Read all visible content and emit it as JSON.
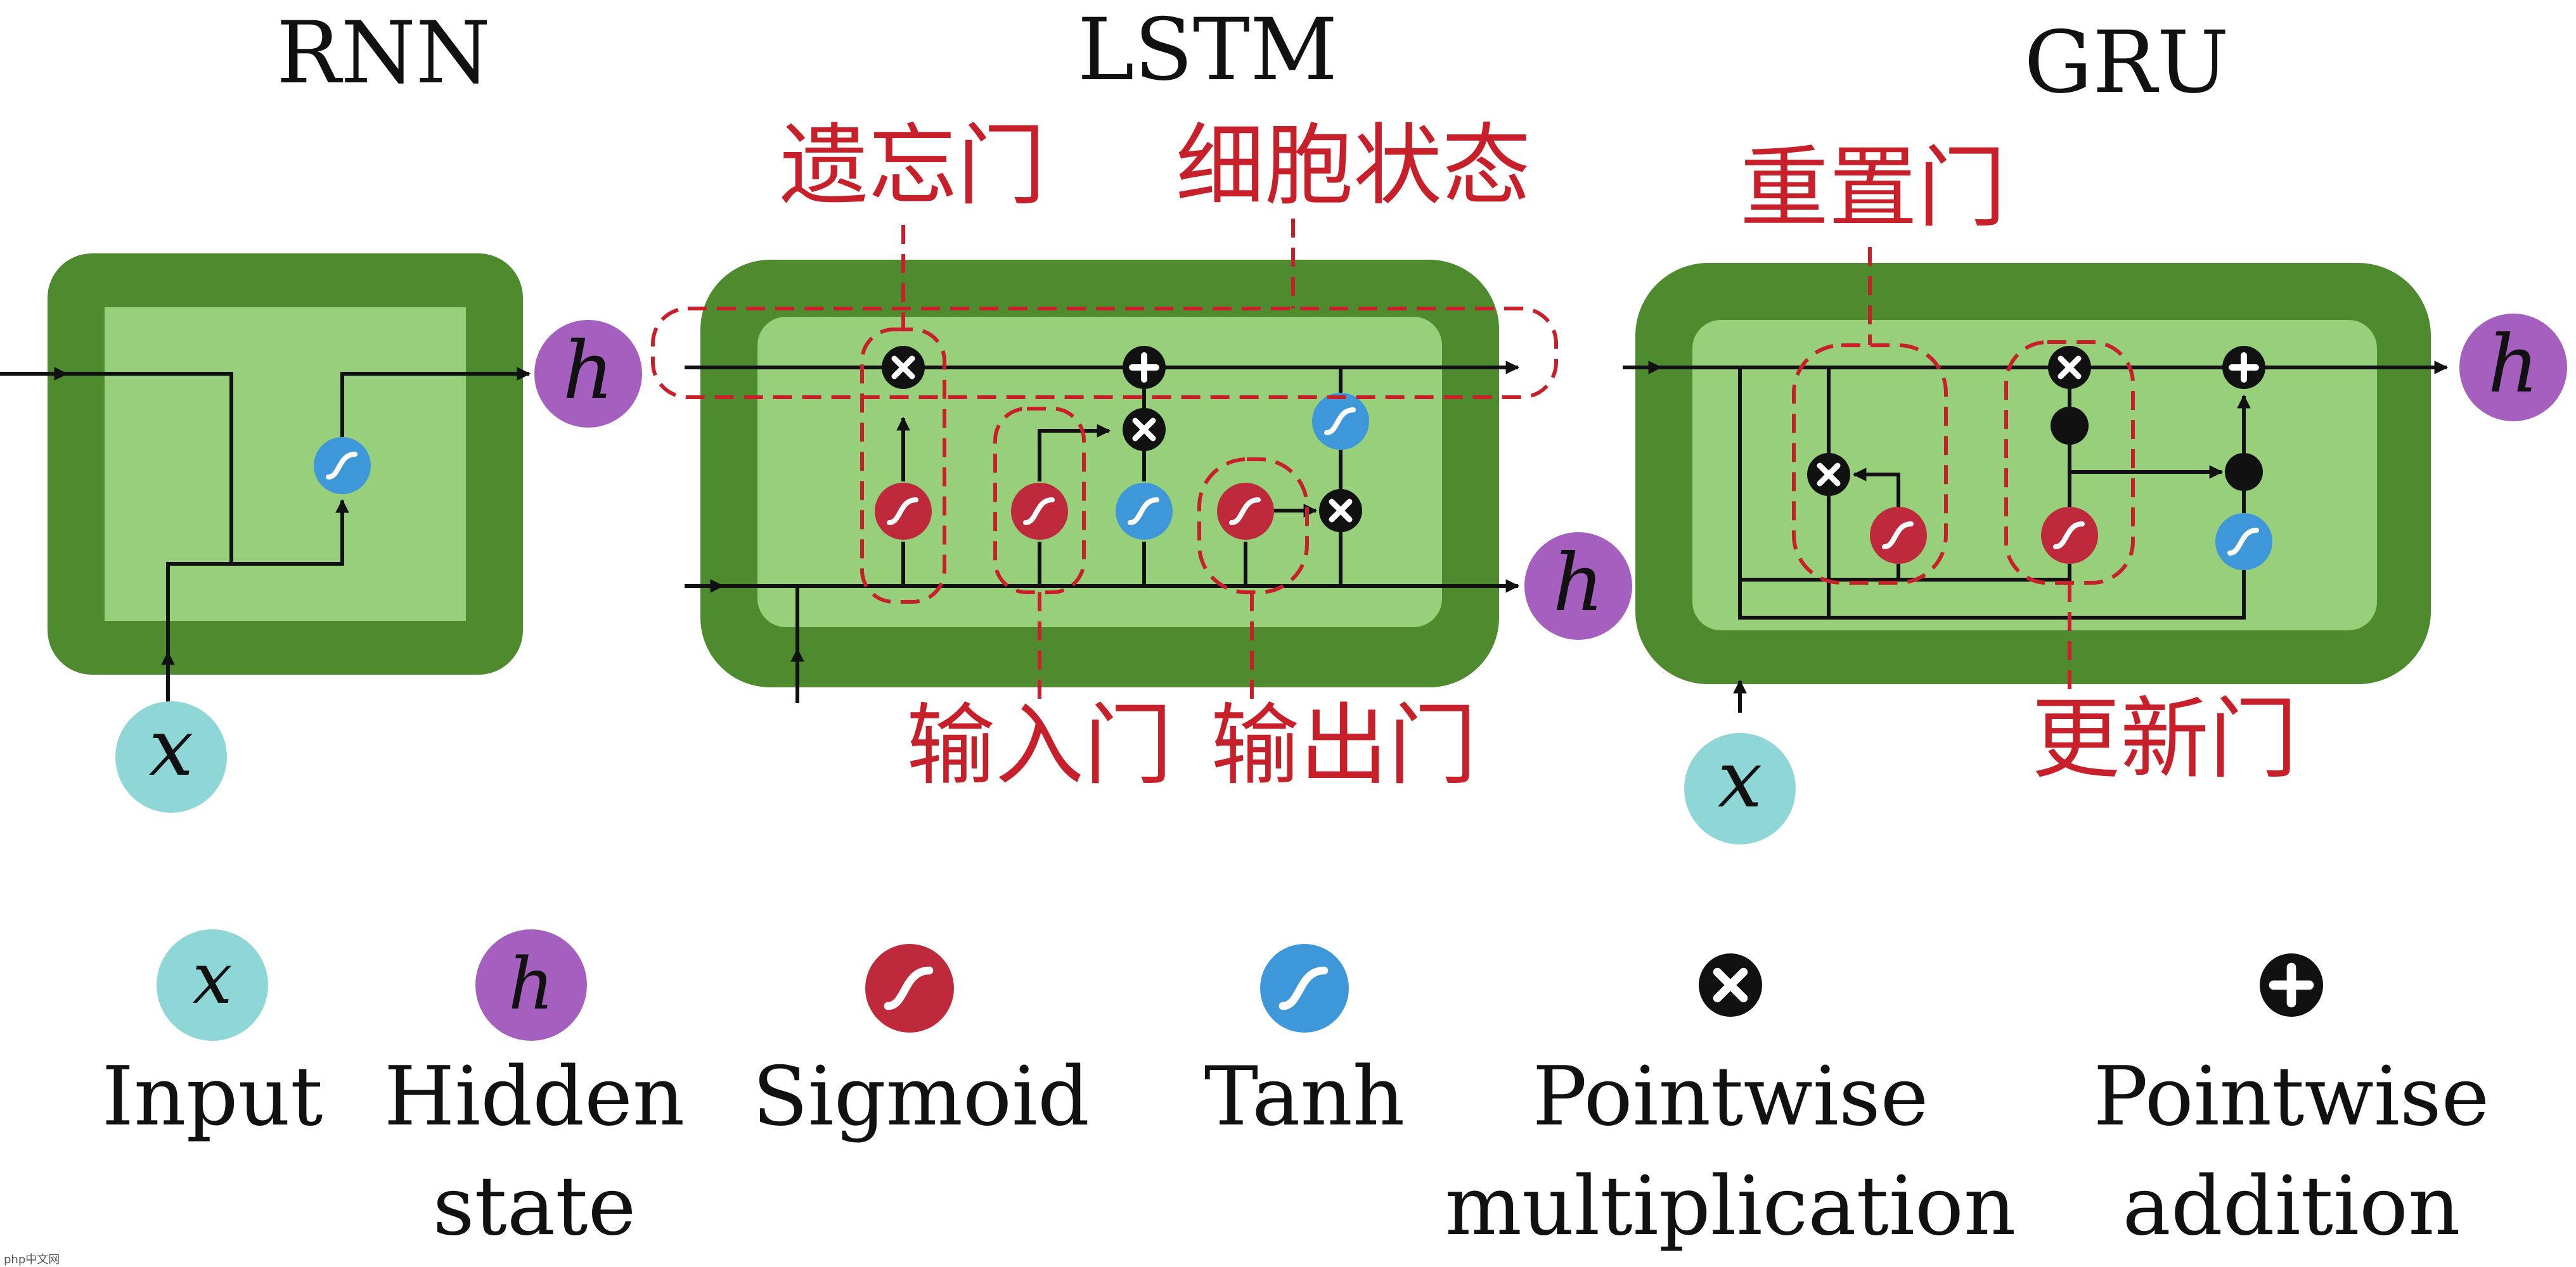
{
  "titles": {
    "rnn": "RNN",
    "lstm": "LSTM",
    "gru": "GRU"
  },
  "lstm_gates": {
    "forget": "遗忘门",
    "cell_state": "细胞状态",
    "input": "输入门",
    "output": "输出门"
  },
  "gru_gates": {
    "reset": "重置门",
    "update": "更新门"
  },
  "symbols": {
    "x": "x",
    "h": "h"
  },
  "legend": {
    "input": "Input",
    "hidden_1": "Hidden",
    "hidden_2": "state",
    "sigmoid": "Sigmoid",
    "tanh": "Tanh",
    "mult_1": "Pointwise",
    "mult_2": "multiplication",
    "add_1": "Pointwise",
    "add_2": "addition"
  },
  "watermark": "php中文网",
  "colors": {
    "block_dark": "#4e8a2e",
    "block_light": "#97cf7a",
    "input_node": "#8fd6d6",
    "hidden_node": "#a45fbf",
    "sigmoid": "#be2a3b",
    "tanh": "#3e97d8",
    "operator": "#111111",
    "annotation": "#c8202a"
  }
}
